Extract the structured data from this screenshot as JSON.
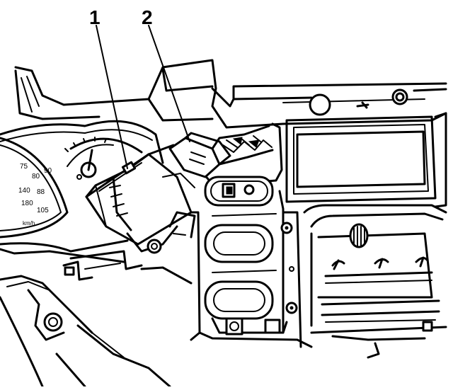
{
  "callouts": [
    {
      "number": "1"
    },
    {
      "number": "2"
    }
  ],
  "speedometer": {
    "scale_labels": [
      "75",
      "80",
      "90",
      "140",
      "88",
      "180",
      "105"
    ],
    "units_label": "km/h"
  },
  "colors": {
    "ink": "#000000",
    "paper": "#ffffff"
  }
}
